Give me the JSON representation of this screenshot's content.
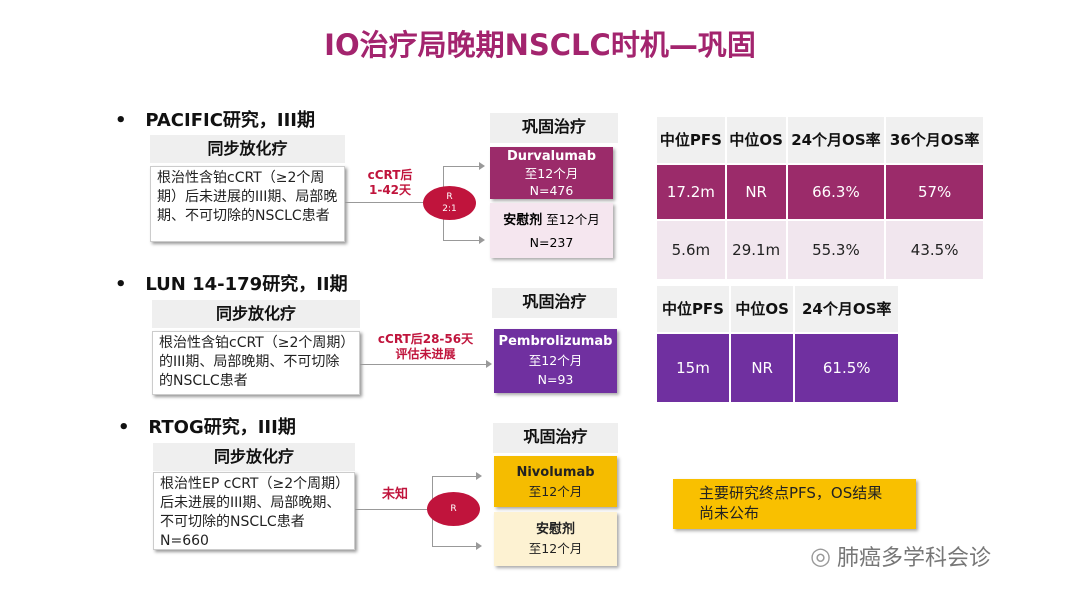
{
  "title": "IO治疗局晚期NSCLC时机—巩固",
  "bullet": "•",
  "studies": [
    {
      "name": "PACIFIC研究，III期",
      "crt_header": "同步放化疗",
      "crt_desc": "根治性含铂cCRT（≥2个周期）后未进展的III期、局部晚期、不可切除的NSCLC患者",
      "timing": [
        "cCRT后",
        "1-42天"
      ],
      "rand": [
        "R",
        "2:1"
      ],
      "cons_header": "巩固治疗",
      "arms": [
        {
          "drug": "Durvalumab",
          "dur": "至12个月",
          "n": "N=476"
        },
        {
          "drug": "安慰剂",
          "dur": "至12个月",
          "n": "N=237"
        }
      ]
    },
    {
      "name": "LUN 14-179研究，II期",
      "crt_header": "同步放化疗",
      "crt_desc": "根治性含铂cCRT（≥2个周期）的III期、局部晚期、不可切除的NSCLC患者",
      "timing": [
        "cCRT后28-56天",
        "评估未进展"
      ],
      "cons_header": "巩固治疗",
      "arms": [
        {
          "drug": "Pembrolizumab",
          "dur": "至12个月",
          "n": "N=93"
        }
      ]
    },
    {
      "name": "RTOG研究，III期",
      "crt_header": "同步放化疗",
      "crt_desc": "根治性EP cCRT（≥2个周期）后未进展的III期、局部晚期、不可切除的NSCLC患者 N=660",
      "timing": [
        "未知"
      ],
      "rand": [
        "R"
      ],
      "cons_header": "巩固治疗",
      "arms": [
        {
          "drug": "Nivolumab",
          "dur": "至12个月"
        },
        {
          "drug": "安慰剂",
          "dur": "至12个月"
        }
      ]
    }
  ],
  "table1": {
    "headers": [
      "中位PFS",
      "中位OS",
      "24个月OS率",
      "36个月OS率"
    ],
    "rows": [
      [
        "17.2m",
        "NR",
        "66.3%",
        "57%"
      ],
      [
        "5.6m",
        "29.1m",
        "55.3%",
        "43.5%"
      ]
    ]
  },
  "table2": {
    "headers": [
      "中位PFS",
      "中位OS",
      "24个月OS率"
    ],
    "rows": [
      [
        "15m",
        "NR",
        "61.5%"
      ]
    ]
  },
  "note": "主要研究终点PFS，OS结果尚未公布",
  "watermark": "肺癌多学科会诊",
  "colors": {
    "title": "#a3246e",
    "durva": "#9b2b6a",
    "pembro": "#7030a0",
    "nivo": "#f5bc00",
    "rand": "#c0143c"
  }
}
